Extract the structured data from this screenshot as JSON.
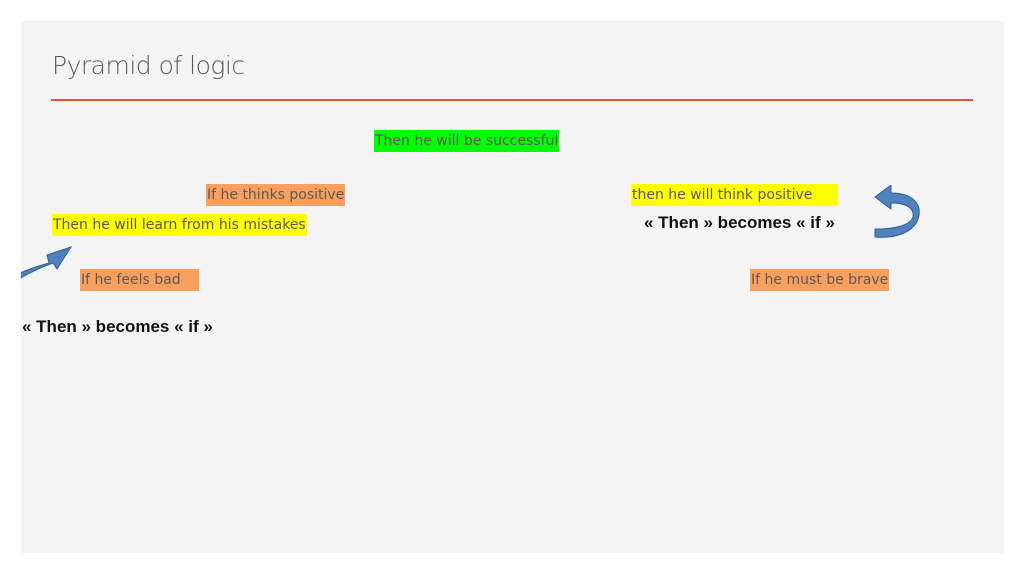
{
  "slide": {
    "title": "Pyramid of logic",
    "accent_color": "#e0582f"
  },
  "statements": {
    "top": {
      "text": "Then he will be successful",
      "highlight": "#00ff00"
    },
    "left_if_positive": {
      "text": "If he thinks positive",
      "highlight": "#f9a05f"
    },
    "left_then_learn": {
      "text": "Then he will learn from his mistakes",
      "highlight": "#ffff00"
    },
    "left_if_bad": {
      "text": "If he feels bad",
      "highlight": "#f9a05f"
    },
    "right_then_positive": {
      "text": "then he will think positive",
      "highlight": "#ffff00"
    },
    "right_if_brave": {
      "text": "If he must be brave",
      "highlight": "#f9a05f"
    }
  },
  "notes": {
    "left": "« Then » becomes « if »",
    "right": "« Then » becomes « if »"
  },
  "icons": {
    "left_arrow": "curved-arrow-up-right-icon",
    "right_arrow": "curved-arrow-u-turn-icon",
    "arrow_color": "#4f81bd"
  }
}
